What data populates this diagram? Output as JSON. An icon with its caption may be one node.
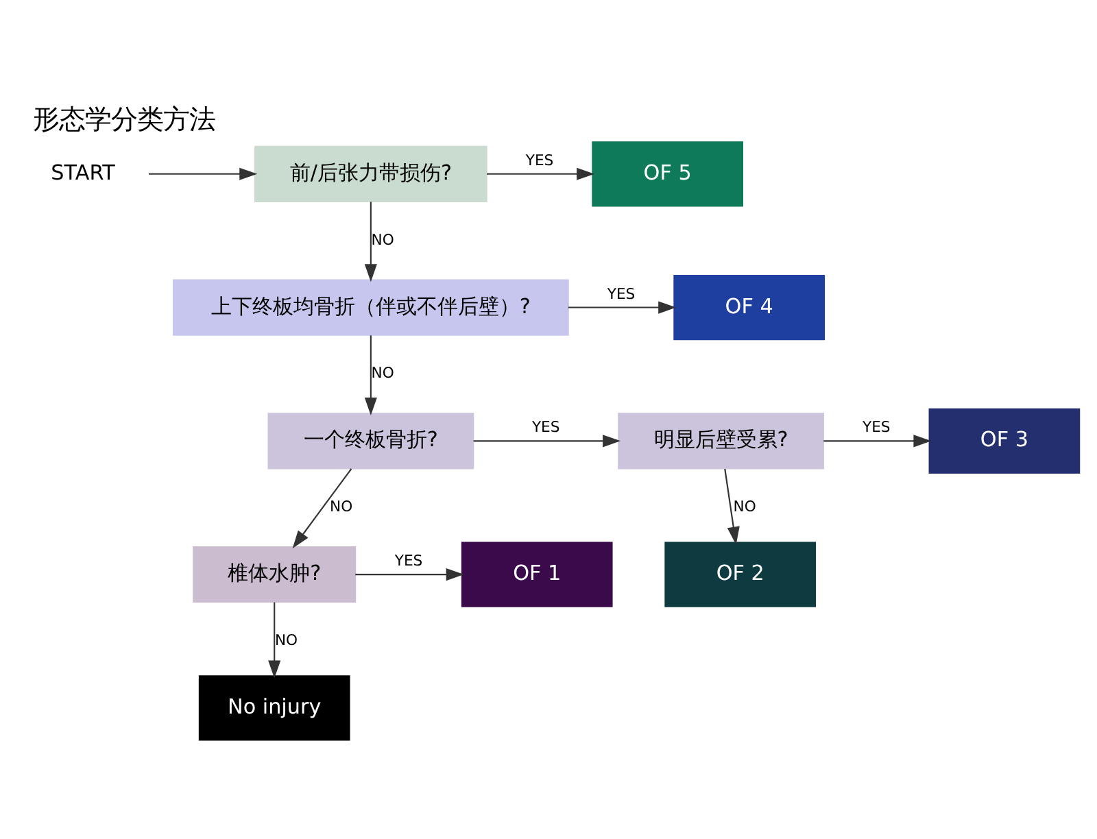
{
  "diagram": {
    "title": "形态学分类方法",
    "nodes": [
      {
        "text": [
          "START"
        ]
      },
      {
        "text": [
          "前/后张力带损伤?"
        ]
      },
      {
        "text": [
          "上下终板均骨折（伴或不伴后壁）?"
        ]
      },
      {
        "text": [
          "一个终板骨折?"
        ]
      },
      {
        "text": [
          "明显后壁受累?"
        ]
      },
      {
        "text": [
          "椎体水肿?"
        ]
      },
      {
        "text": [
          "OF 5"
        ]
      },
      {
        "text": [
          "OF 4"
        ]
      },
      {
        "text": [
          "OF 3"
        ]
      },
      {
        "text": [
          "OF 2"
        ]
      },
      {
        "text": [
          "OF 1"
        ]
      },
      {
        "text": [
          "No injury"
        ]
      }
    ],
    "edges": [
      {
        "from": 0,
        "to": 1,
        "arrow": "to"
      },
      {
        "from": 1,
        "to": 6,
        "arrow": "to",
        "label": "YES"
      },
      {
        "from": 1,
        "to": 2,
        "arrow": "to",
        "label": "NO"
      },
      {
        "from": 2,
        "to": 7,
        "arrow": "to",
        "label": "YES"
      },
      {
        "from": 2,
        "to": 3,
        "arrow": "to",
        "label": "NO"
      },
      {
        "from": 3,
        "to": 4,
        "arrow": "to",
        "label": "YES"
      },
      {
        "from": 4,
        "to": 8,
        "arrow": "to",
        "label": "YES"
      },
      {
        "from": 4,
        "to": 9,
        "arrow": "to",
        "label": "NO"
      },
      {
        "from": 3,
        "to": 5,
        "arrow": "to",
        "label": "NO"
      },
      {
        "from": 5,
        "to": 10,
        "arrow": "to",
        "label": "YES"
      },
      {
        "from": 5,
        "to": 11,
        "arrow": "to",
        "label": "NO"
      }
    ]
  }
}
